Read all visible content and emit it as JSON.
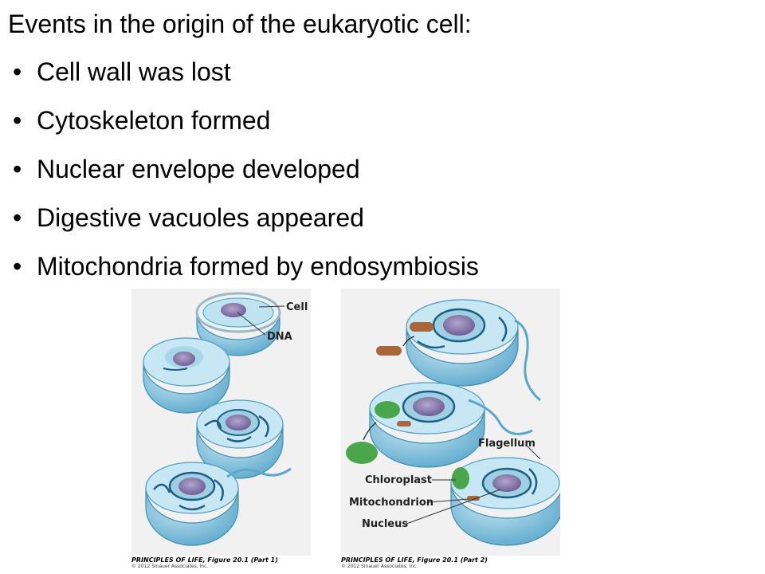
{
  "slide": {
    "title": "Events in the origin of the eukaryotic cell:",
    "bullet_glyph": "•",
    "bullets": [
      "Cell wall was lost",
      "Cytoskeleton formed",
      "Nuclear envelope developed",
      "Digestive vacuoles appeared",
      "Mitochondria formed by endosymbiosis"
    ]
  },
  "figure_left": {
    "labels": {
      "cell_wall": "Cell wall",
      "dna": "DNA"
    },
    "credit_title": "PRINCIPLES OF LIFE, Figure 20.1 (Part 1)",
    "credit_copyright": "© 2012 Sinauer Associates, Inc."
  },
  "figure_right": {
    "labels": {
      "flagellum": "Flagellum",
      "chloroplast": "Chloroplast",
      "mitochondrion": "Mitochondrion",
      "nucleus": "Nucleus"
    },
    "credit_title": "PRINCIPLES OF LIFE, Figure 20.1 (Part 2)",
    "credit_copyright": "© 2012 Sinauer Associates, Inc."
  },
  "colors": {
    "cell_fill": "#7fc4de",
    "cell_edge": "#3f8fb4",
    "nucleus": "#8f7fb0",
    "mitochondrion": "#a8663a",
    "chloroplast": "#4aa64a",
    "cytoskeleton": "#1e5f86"
  }
}
